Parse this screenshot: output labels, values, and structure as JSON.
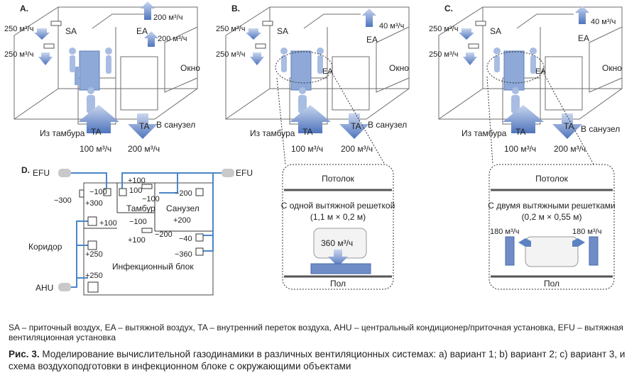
{
  "panels": {
    "a": {
      "letter": "A.",
      "sa_flow_top": "250 м³/ч",
      "sa_label": "SA",
      "sa_flow_mid": "250 м³/ч",
      "ea_label": "EA",
      "ea_flow_1": "200 м³/ч",
      "ea_flow_2": "200 м³/ч",
      "from_tambur": "Из тамбура",
      "ta_in": "TA",
      "ta_in_flow": "100 м³/ч",
      "ta_out": "TA",
      "ta_out_flow": "200 м³/ч",
      "to_wc": "В санузел"
    },
    "b": {
      "letter": "B.",
      "sa_flow_top": "250 м³/ч",
      "sa_label": "SA",
      "sa_flow_mid": "250 м³/ч",
      "ea_label": "EA",
      "ea_flow": "40 м³/ч",
      "ea_label_2": "EA",
      "window": "Окно",
      "from_tambur": "Из тамбура",
      "ta_in": "TA",
      "ta_in_flow": "100 м³/ч",
      "ta_out": "TA",
      "ta_out_flow": "200 м³/ч",
      "to_wc": "В санузел"
    },
    "c": {
      "letter": "C.",
      "sa_flow_top": "250 м³/ч",
      "sa_label": "SA",
      "sa_flow_mid": "250 м³/ч",
      "ea_label": "EA",
      "ea_flow": "40 м³/ч",
      "ea_label_2": "EA",
      "window": "Окно",
      "from_tambur": "Из тамбура",
      "ta_in": "TA",
      "ta_in_flow": "100 м³/ч",
      "ta_out": "TA",
      "ta_out_flow": "200 м³/ч",
      "to_wc": "В санузел"
    },
    "a_window": "Окно"
  },
  "detail_b": {
    "ceiling": "Потолок",
    "desc_1": "С одной вытяжной решеткой",
    "desc_2": "(1,1 м × 0,2 м)",
    "flow": "360 м³/ч",
    "floor": "Пол"
  },
  "detail_c": {
    "ceiling": "Потолок",
    "desc_1": "С двумя вытяжными решетками",
    "desc_2": "(0,2 м × 0,55 м)",
    "flow_left": "180 м³/ч",
    "flow_right": "180 м³/ч",
    "floor": "Пол"
  },
  "schema": {
    "letter": "D.",
    "efu_left": "EFU",
    "efu_right": "EFU",
    "ahu": "AHU",
    "tambur": "Тамбур",
    "sanuzel": "Санузел",
    "koridor": "Коридор",
    "infection_block": "Инфекционный блок",
    "v_m300": "−300",
    "v_p300": "+300",
    "v_m100_a": "−100",
    "v_p100_a": "+100",
    "v_100": "100",
    "v_m100_b": "−100",
    "v_m200_a": "−200",
    "v_p100_b": "+100",
    "v_m100_c": "−100",
    "v_m200_b": "−200",
    "v_p200": "+200",
    "v_p100_c": "+100",
    "v_m40": "−40",
    "v_m360": "−360",
    "v_p250_a": "+250",
    "v_p250_b": "+250"
  },
  "legend": "SA – приточный воздух, EA – вытяжной воздух, TA – внутренний переток воздуха, AHU – центральный кондиционер/приточная установка, EFU – вытяжная вентиляционная установка",
  "caption": {
    "label": "Рис. 3.",
    "text": " Моделирование вычислительной газодинамики в различных вентиляционных системах: a) вариант 1; b) вариант 2; c) вариант 3, и схема воздухоподготовки в инфекционном блоке с окружающими объектами"
  },
  "colors": {
    "flow_arrow": "#5b82c3",
    "duct": "#4a86c8",
    "bed": "#8ea9d8"
  }
}
